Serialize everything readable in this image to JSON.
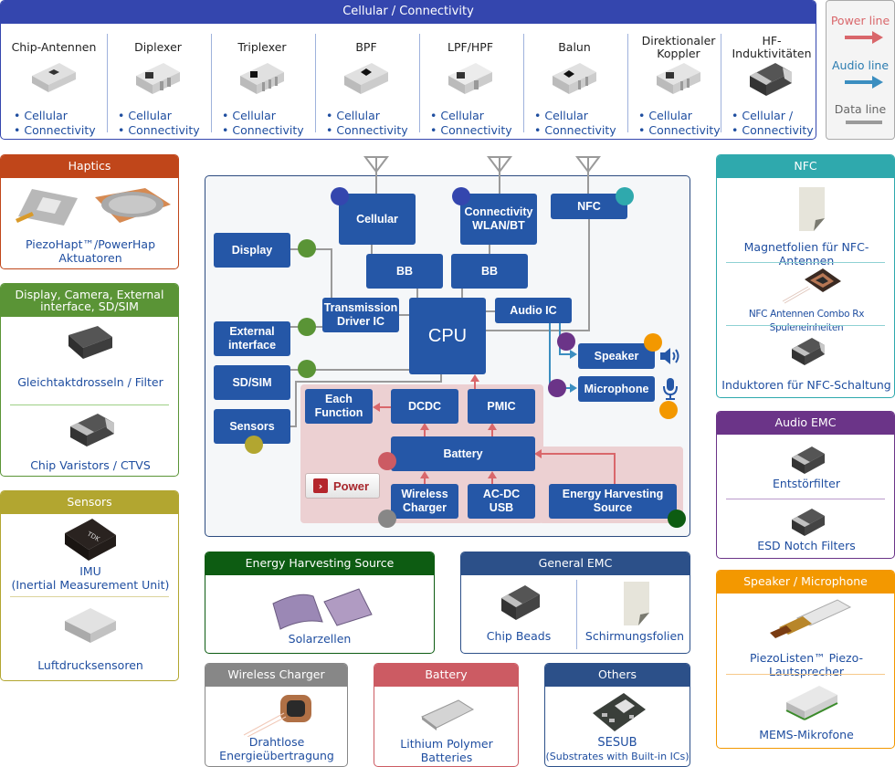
{
  "cellular_panel": {
    "title": "Cellular / Connectivity",
    "color": "#3446ae",
    "columns": [
      {
        "title": "Chip-Antennen",
        "items": [
          "Cellular",
          "Connectivity"
        ]
      },
      {
        "title": "Diplexer",
        "items": [
          "Cellular",
          "Connectivity"
        ]
      },
      {
        "title": "Triplexer",
        "items": [
          "Cellular",
          "Connectivity"
        ]
      },
      {
        "title": "BPF",
        "items": [
          "Cellular",
          "Connectivity"
        ]
      },
      {
        "title": "LPF/HPF",
        "items": [
          "Cellular",
          "Connectivity"
        ]
      },
      {
        "title": "Balun",
        "items": [
          "Cellular",
          "Connectivity"
        ]
      },
      {
        "title": "Direktionaler Koppler",
        "items": [
          "Cellular",
          "Connectivity"
        ]
      },
      {
        "title": "HF-Induktivitäten",
        "items": [
          "Cellular /",
          "Connectivity"
        ]
      }
    ]
  },
  "legend": {
    "power": {
      "label": "Power line",
      "color": "#d9676b"
    },
    "audio": {
      "label": "Audio line",
      "color": "#3b8ec0"
    },
    "data": {
      "label": "Data line",
      "color": "#9a9a9a"
    }
  },
  "left_panels": {
    "haptics": {
      "title": "Haptics",
      "color": "#c0461a",
      "items": [
        "PiezoHapt™/PowerHap Aktuatoren"
      ]
    },
    "display": {
      "title": "Display, Camera, External interface, SD/SIM",
      "color": "#5a9436",
      "items": [
        "Gleichtaktdrosseln / Filter",
        "Chip Varistors / CTVS"
      ]
    },
    "sensors": {
      "title": "Sensors",
      "color": "#b2a630",
      "items": [
        "IMU\n(Inertial Measurement Unit)",
        "Luftdrucksensoren"
      ]
    }
  },
  "right_panels": {
    "nfc": {
      "title": "NFC",
      "color": "#2fa9ad",
      "items": [
        "Magnetfolien für NFC-Antennen",
        "NFC Antennen Combo Rx Spuleneinheiten",
        "Induktoren für NFC-Schaltung"
      ]
    },
    "audio_emc": {
      "title": "Audio EMC",
      "color": "#6b3488",
      "items": [
        "Entstörfilter",
        "ESD Notch Filters"
      ]
    },
    "speaker": {
      "title": "Speaker / Microphone",
      "color": "#f39800",
      "items": [
        "PiezoListen™ Piezo-Lautsprecher",
        "MEMS-Mikrofone"
      ]
    }
  },
  "bottom_panels": {
    "energy": {
      "title": "Energy Harvesting Source",
      "color": "#0d5c12",
      "items": [
        "Solarzellen"
      ]
    },
    "general_emc": {
      "title": "General EMC",
      "color": "#2c5089",
      "items": [
        "Chip Beads",
        "Schirmungsfolien"
      ]
    },
    "wireless": {
      "title": "Wireless Charger",
      "color": "#878787",
      "items": [
        "Drahtlose Energieübertragung"
      ]
    },
    "battery": {
      "title": "Battery",
      "color": "#cc5b63",
      "items": [
        "Lithium Polymer Batteries"
      ]
    },
    "others": {
      "title": "Others",
      "color": "#2c5089",
      "items": [
        "SESUB",
        "(Substrates with Built-in ICs)"
      ]
    }
  },
  "diagram": {
    "blocks": {
      "cellular": "Cellular",
      "connectivity": "Connectivity\nWLAN/BT",
      "nfc": "NFC",
      "display": "Display",
      "bb1": "BB",
      "bb2": "BB",
      "transmission": "Transmission\nDriver IC",
      "cpu": "CPU",
      "audio_ic": "Audio IC",
      "external": "External\ninterface",
      "sdsim": "SD/SIM",
      "sensors": "Sensors",
      "speaker": "Speaker",
      "microphone": "Microphone",
      "each_function": "Each\nFunction",
      "dcdc": "DCDC",
      "pmic": "PMIC",
      "battery": "Battery",
      "wireless_charger": "Wireless\nCharger",
      "acdc": "AC-DC\nUSB",
      "energy": "Energy Harvesting\nSource"
    },
    "power_button": "Power"
  }
}
